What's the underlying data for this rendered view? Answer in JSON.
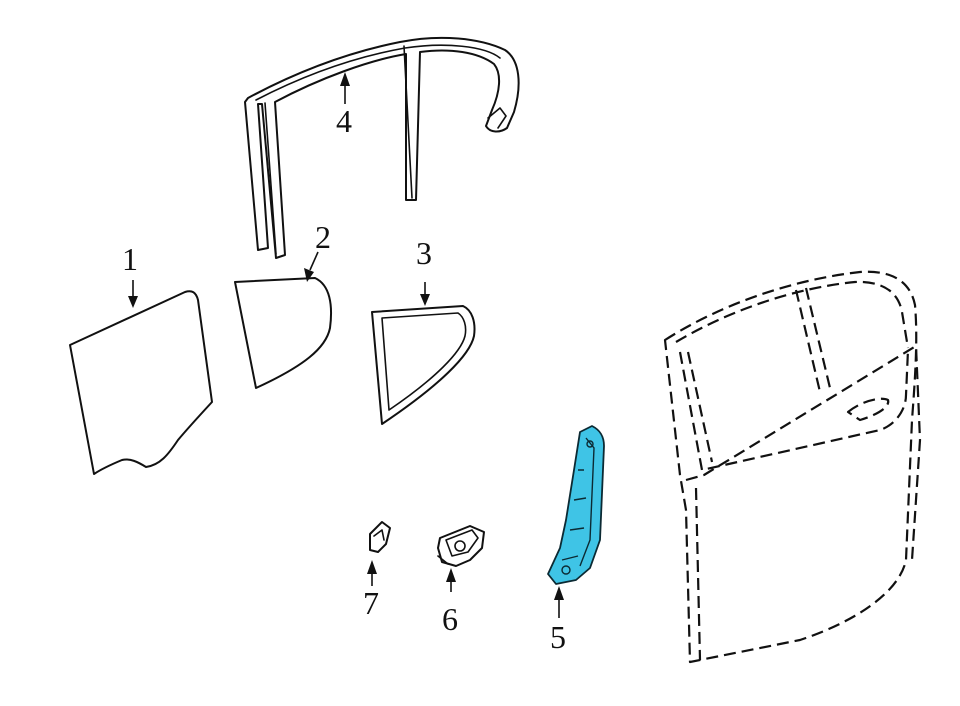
{
  "diagram": {
    "highlight_color": "#3fc4e6",
    "callouts": [
      {
        "id": "1",
        "label": "1"
      },
      {
        "id": "2",
        "label": "2"
      },
      {
        "id": "3",
        "label": "3"
      },
      {
        "id": "4",
        "label": "4"
      },
      {
        "id": "5",
        "label": "5"
      },
      {
        "id": "6",
        "label": "6"
      },
      {
        "id": "7",
        "label": "7"
      }
    ]
  }
}
